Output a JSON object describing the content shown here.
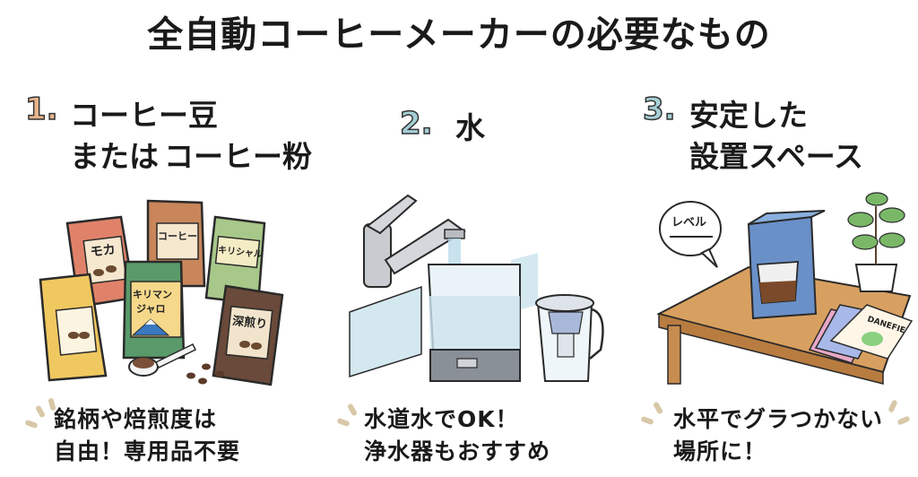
{
  "title": "全自動コーヒーメーカーの必要なもの",
  "colors": {
    "title_highlight": "#f4e0a0",
    "heading_highlight": "#f2c796",
    "number_orange": "#e7b48c",
    "number_blue": "#a5cfd6",
    "text": "#1a1a1a"
  },
  "sections": [
    {
      "number": "1.",
      "heading_lines": [
        "コーヒー豆",
        "または",
        "コーヒー粉"
      ],
      "illustration": {
        "type": "coffee-bags",
        "bag_labels": [
          "モカ",
          "コーヒー",
          "キリシャル",
          "キリマンジャロ",
          "深煎り"
        ]
      },
      "caption_lines": [
        "銘柄や焙煎度は",
        "自由！専用品不要"
      ]
    },
    {
      "number": "2.",
      "heading_lines": [
        "水"
      ],
      "illustration": {
        "type": "faucet-water-tank-pitcher"
      },
      "caption_lines": [
        "水道水でOK！",
        "浄水器もおすすめ"
      ]
    },
    {
      "number": "3.",
      "heading_lines": [
        "安定した",
        "設置スペース"
      ],
      "illustration": {
        "type": "coffee-maker-on-table",
        "bubble_text": "レベル",
        "magazine_title": "DANEFIE"
      },
      "caption_lines": [
        "水平でグラつかない",
        "場所に！"
      ]
    }
  ]
}
